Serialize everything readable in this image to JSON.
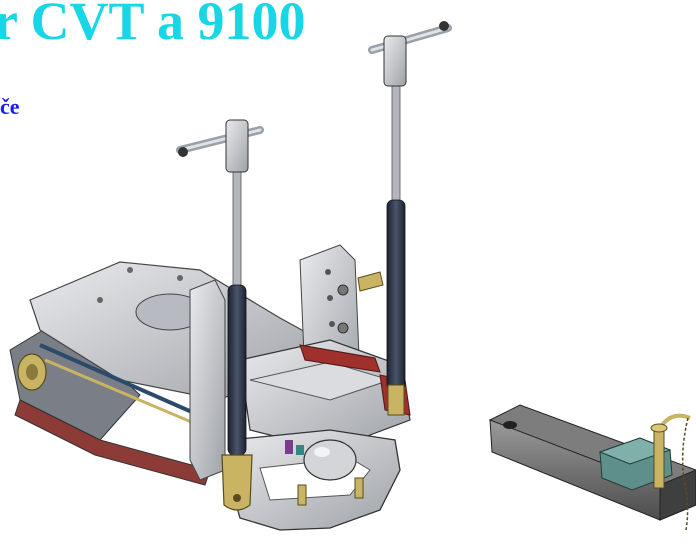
{
  "slide": {
    "title": "r CVT a 9100",
    "subtitle": "če"
  },
  "colors": {
    "title": "#17d6e6",
    "subtitle": "#1a1aff",
    "rod": "#2a3142",
    "metal": "#c8cbd0",
    "brass": "#c9b464",
    "red": "#a0302c",
    "teal": "#5f8f8a"
  },
  "illustrations": [
    {
      "name": "hitch-assembly-illustration"
    },
    {
      "name": "drawbar-illustration"
    }
  ]
}
